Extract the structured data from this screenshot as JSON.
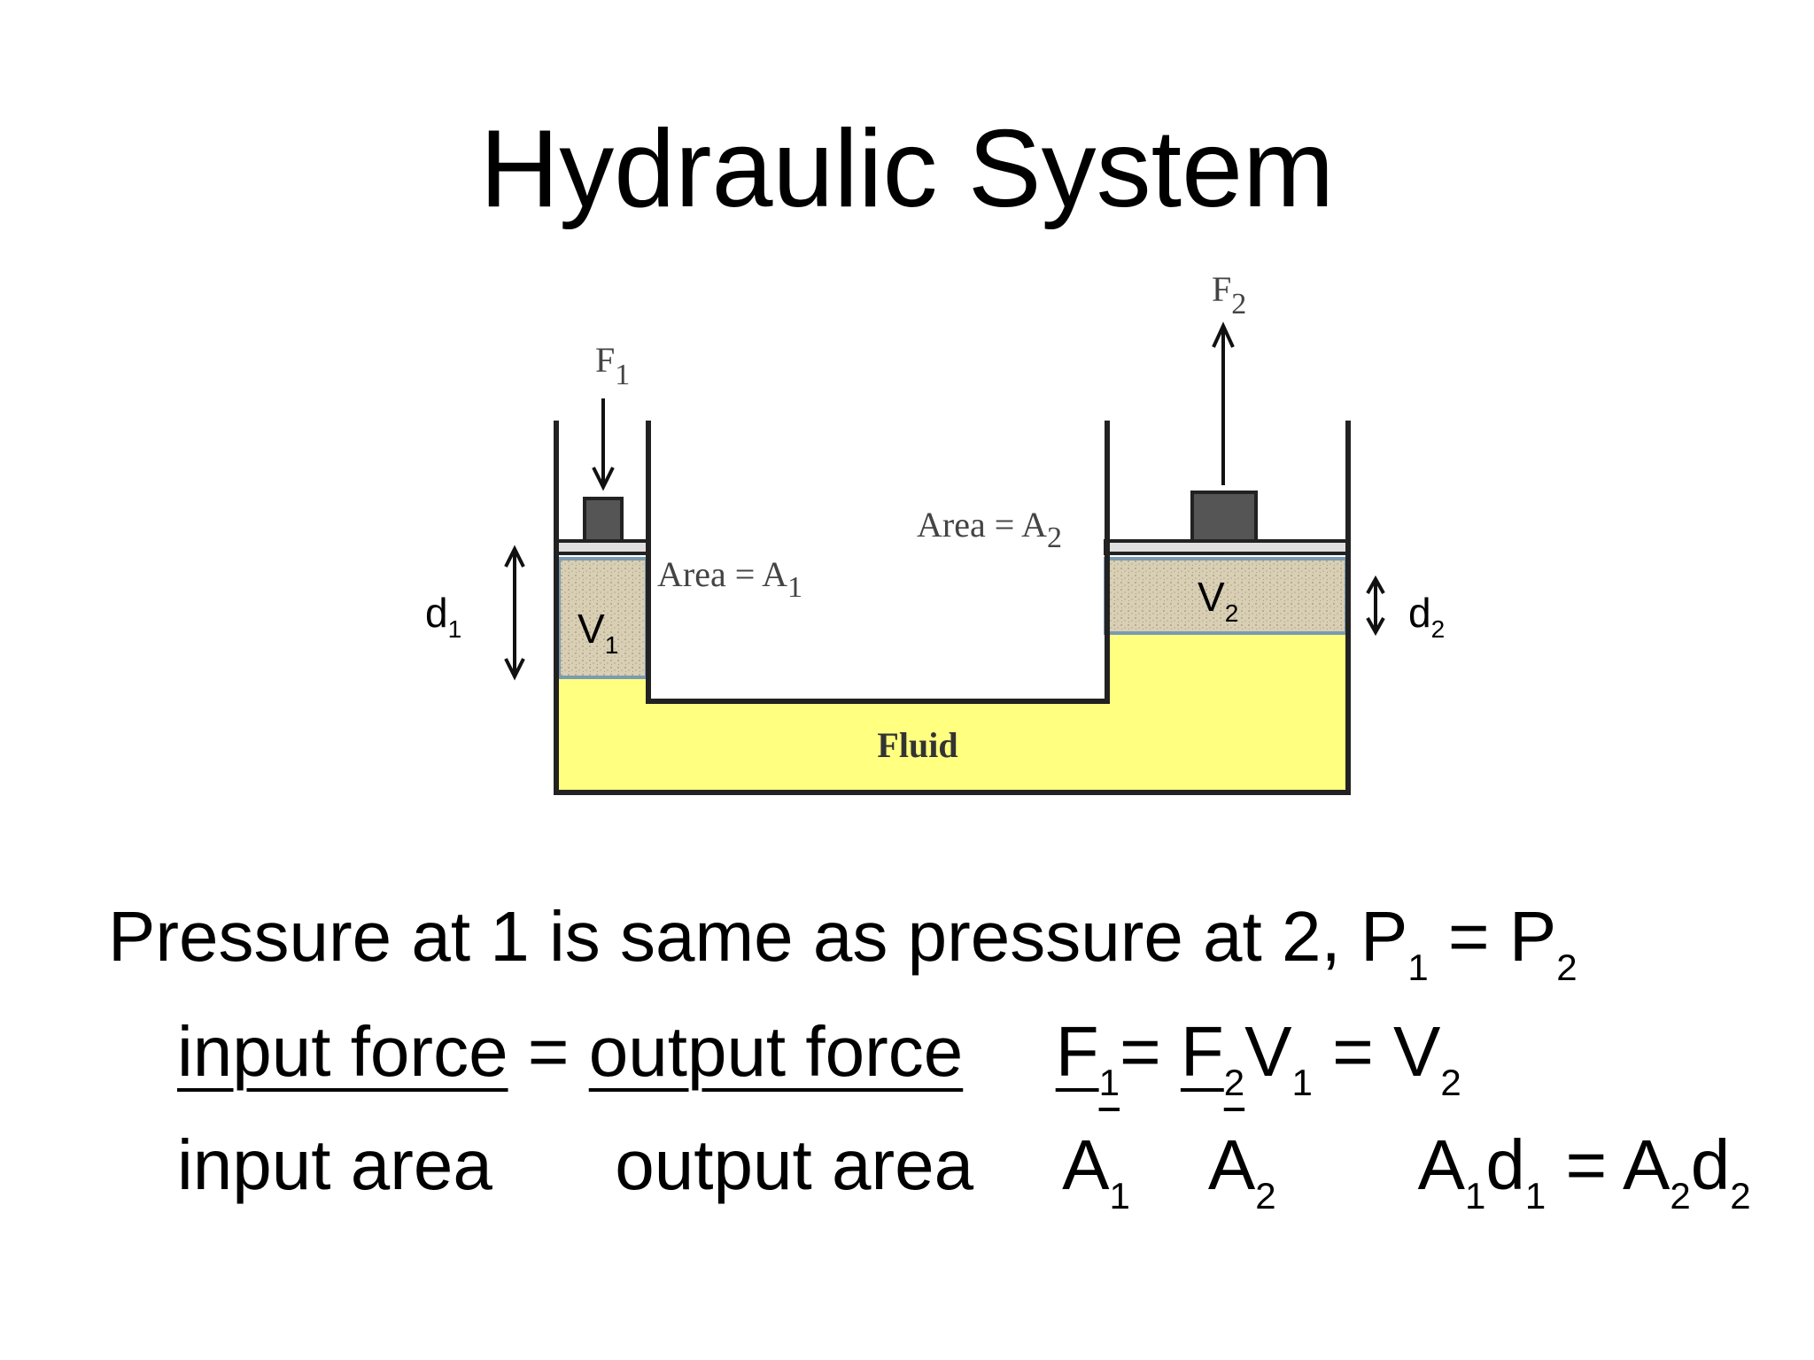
{
  "slide": {
    "title": "Hydraulic System",
    "diagram": {
      "force_in": {
        "letter": "F",
        "sub": "1"
      },
      "force_out": {
        "letter": "F",
        "sub": "2"
      },
      "area_left": {
        "text": "Area = A",
        "sub": "1"
      },
      "area_right": {
        "text": "Area = A",
        "sub": "2"
      },
      "vol_left": {
        "letter": "V",
        "sub": "1"
      },
      "vol_right": {
        "letter": "V",
        "sub": "2"
      },
      "disp_left": {
        "letter": "d",
        "sub": "1"
      },
      "disp_right": {
        "letter": "d",
        "sub": "2"
      },
      "fluid_label": "Fluid",
      "colors": {
        "fluid": "#ffff80",
        "displaced": "#d8cfb4",
        "piston": "#555555",
        "container": "#222222",
        "piston_rim": "#7a9bb0"
      }
    },
    "statement": {
      "text": "Pressure at 1 is same as pressure at 2, P",
      "sub1": "1",
      "eq": " = P",
      "sub2": "2"
    },
    "force_line": {
      "input_force": "input force",
      "equals": " = ",
      "output_force": "output force",
      "f1": "F",
      "f1_sub": "1",
      "eq_mid": "= ",
      "f2": "F",
      "f2_sub": "2",
      "v1": "V",
      "v1_sub": "1",
      "v_eq": " = V",
      "v2_sub": "2"
    },
    "area_line": {
      "input_area": "input area",
      "output_area": "output area",
      "a1": "A",
      "a1_sub": "1",
      "a2": "A",
      "a2_sub": "2",
      "rel_a1": "A",
      "rel_a1_sub": "1",
      "rel_d1": "d",
      "rel_d1_sub": "1",
      "rel_eq": " = A",
      "rel_a2_sub": "2",
      "rel_d2": "d",
      "rel_d2_sub": "2"
    }
  }
}
